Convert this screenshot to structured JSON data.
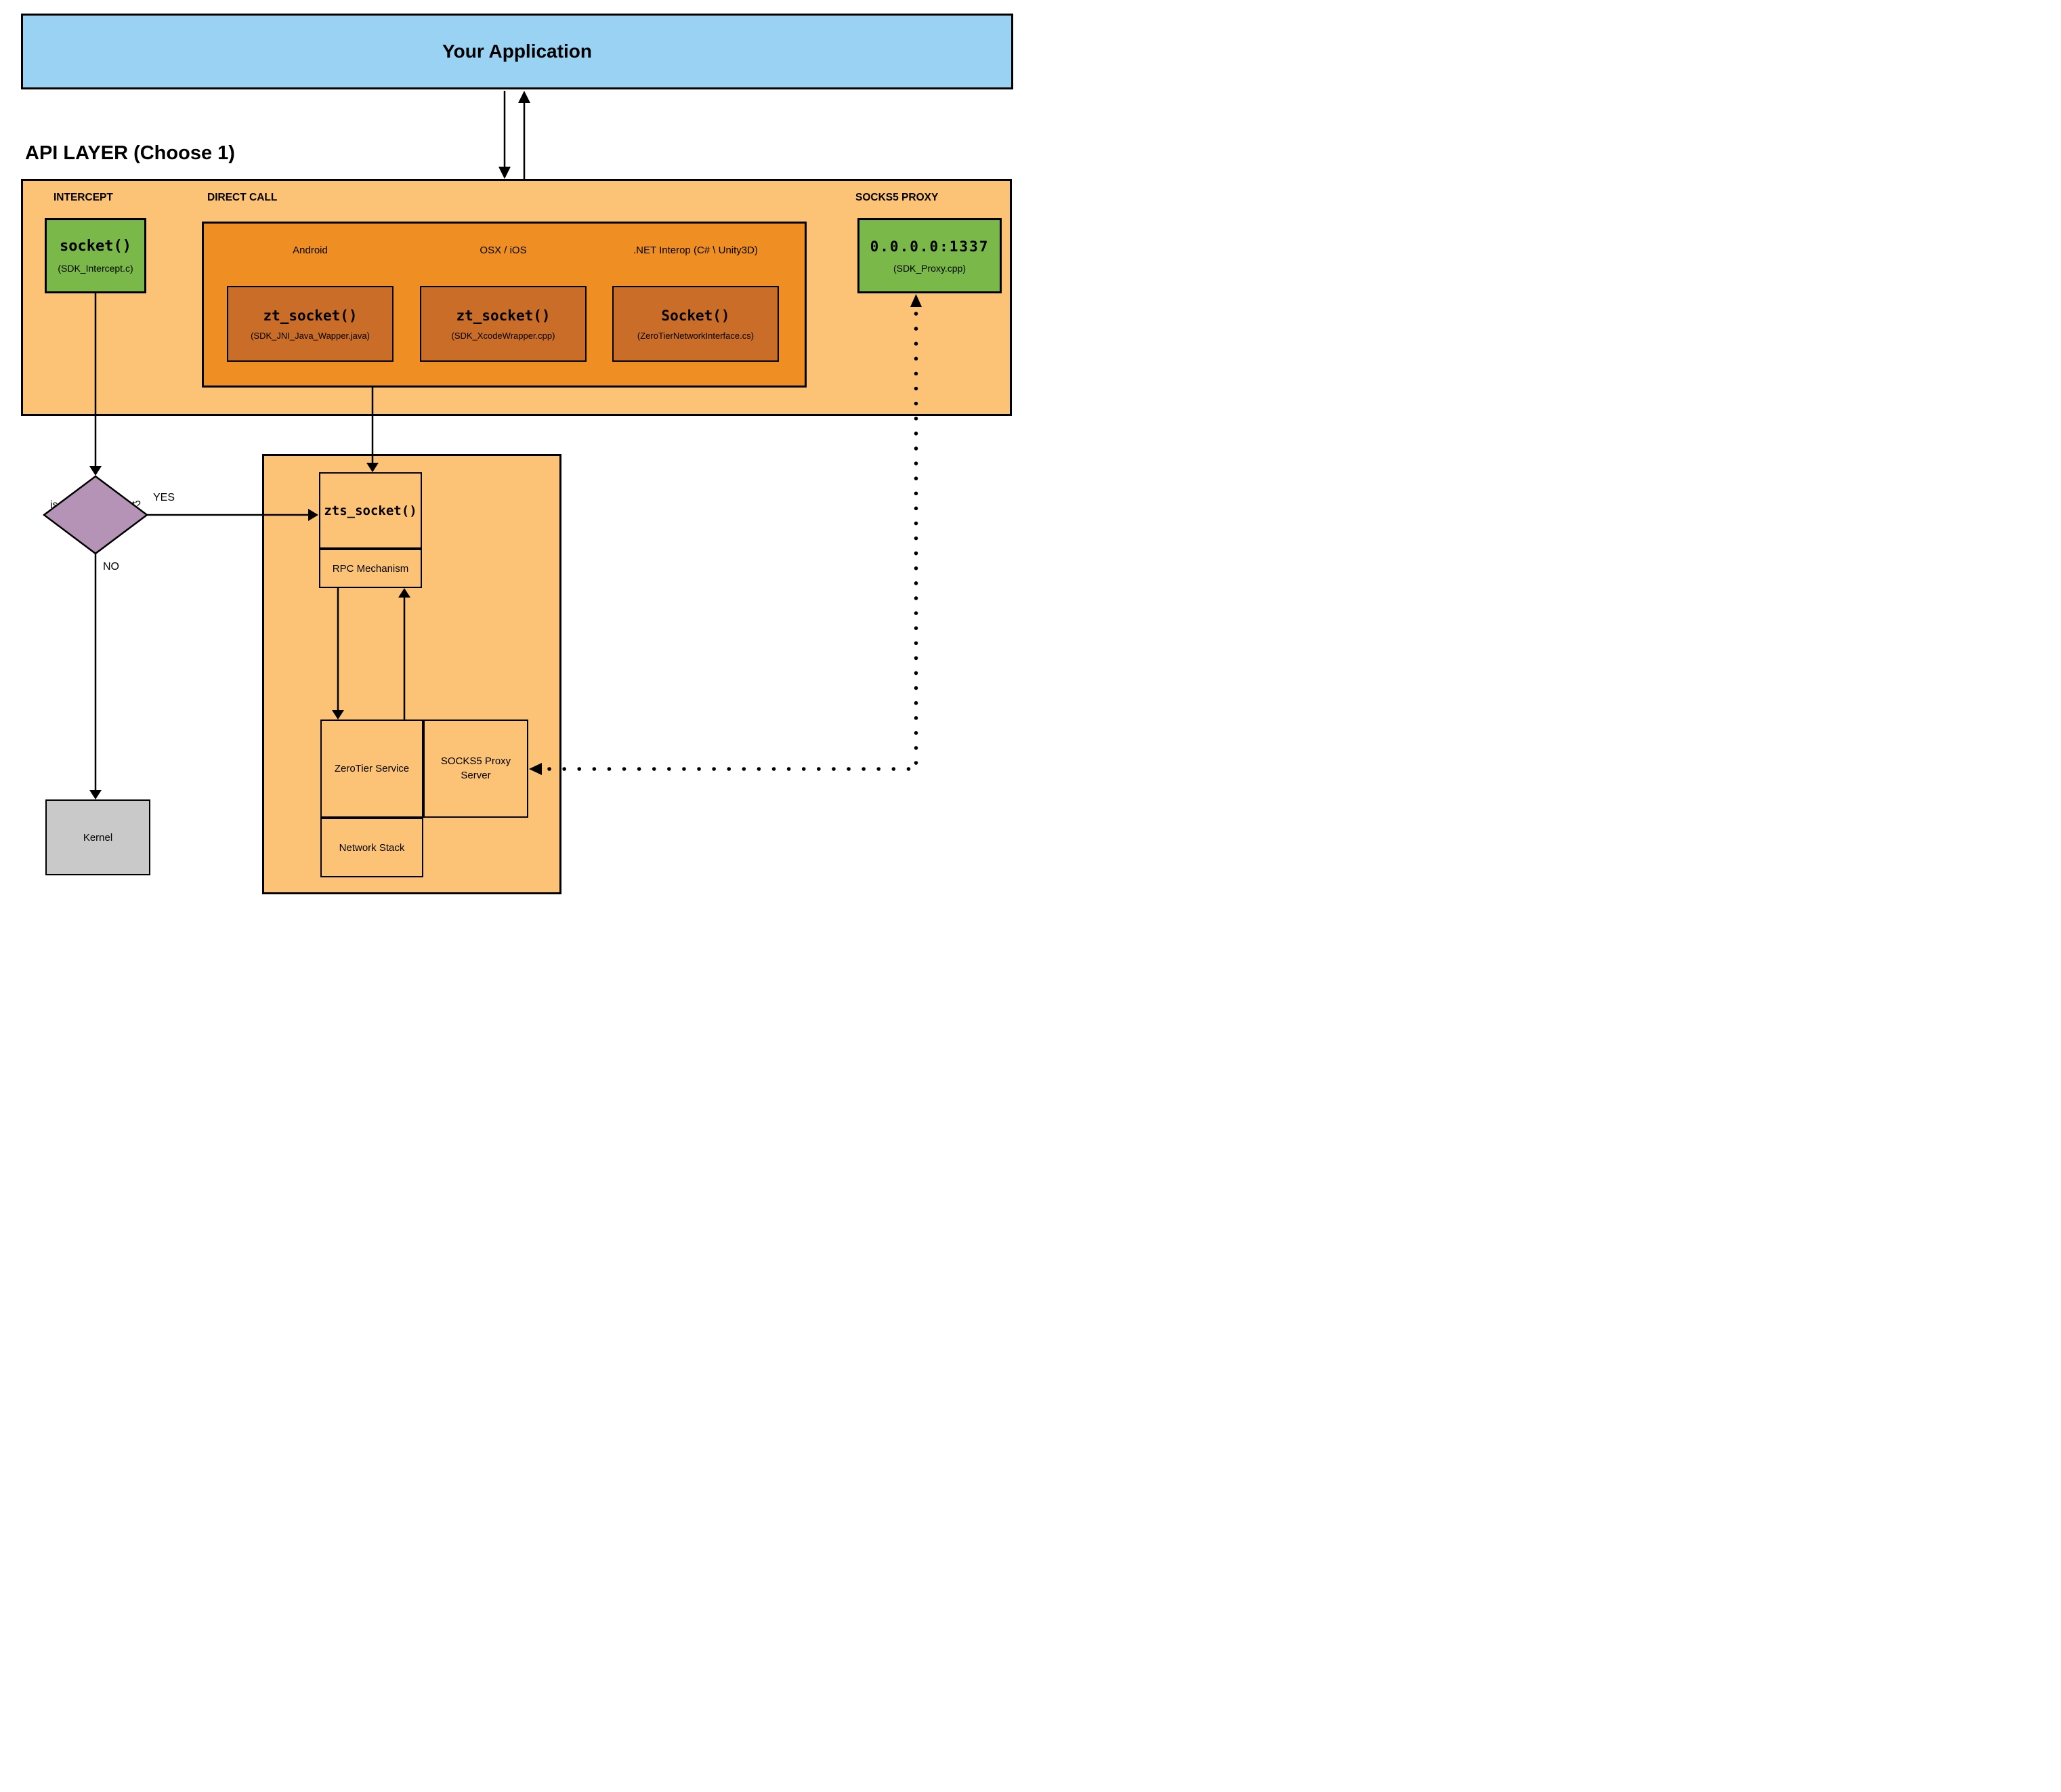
{
  "app_banner": {
    "title": "Your Application"
  },
  "api_layer": {
    "heading": "API LAYER (Choose 1)",
    "sections": {
      "intercept": {
        "label": "INTERCEPT",
        "box": {
          "title": "socket()",
          "subtitle": "(SDK_Intercept.c)"
        }
      },
      "direct_call": {
        "label": "DIRECT CALL",
        "columns": [
          {
            "platform": "Android",
            "title": "zt_socket()",
            "subtitle": "(SDK_JNI_Java_Wapper.java)"
          },
          {
            "platform": "OSX / iOS",
            "title": "zt_socket()",
            "subtitle": "(SDK_XcodeWrapper.cpp)"
          },
          {
            "platform": ".NET Interop (C# \\ Unity3D)",
            "title": "Socket()",
            "subtitle": "(ZeroTierNetworkInterface.cs)"
          }
        ]
      },
      "socks5_proxy": {
        "label": "SOCKS5 PROXY",
        "box": {
          "title": "0.0.0.0:1337",
          "subtitle": "(SDK_Proxy.cpp)"
        }
      }
    }
  },
  "decision": {
    "question": "is ZeroTier Socket?",
    "yes_label": "YES",
    "no_label": "NO"
  },
  "service_stack": {
    "zts": "zts_socket()",
    "rpc": "RPC Mechanism",
    "service": "ZeroTier Service",
    "socks5_server": "SOCKS5 Proxy Server",
    "network_stack": "Network Stack"
  },
  "kernel": {
    "label": "Kernel"
  },
  "colors": {
    "banner_blue": "#99d2f2",
    "layer_orange": "#fcc276",
    "direct_call_orange": "#ef8e23",
    "inner_box_orange": "#c96d28",
    "green": "#7ab84a",
    "purple": "#b493b6",
    "kernel_gray": "#c9c9c9",
    "line_black": "#000000"
  }
}
